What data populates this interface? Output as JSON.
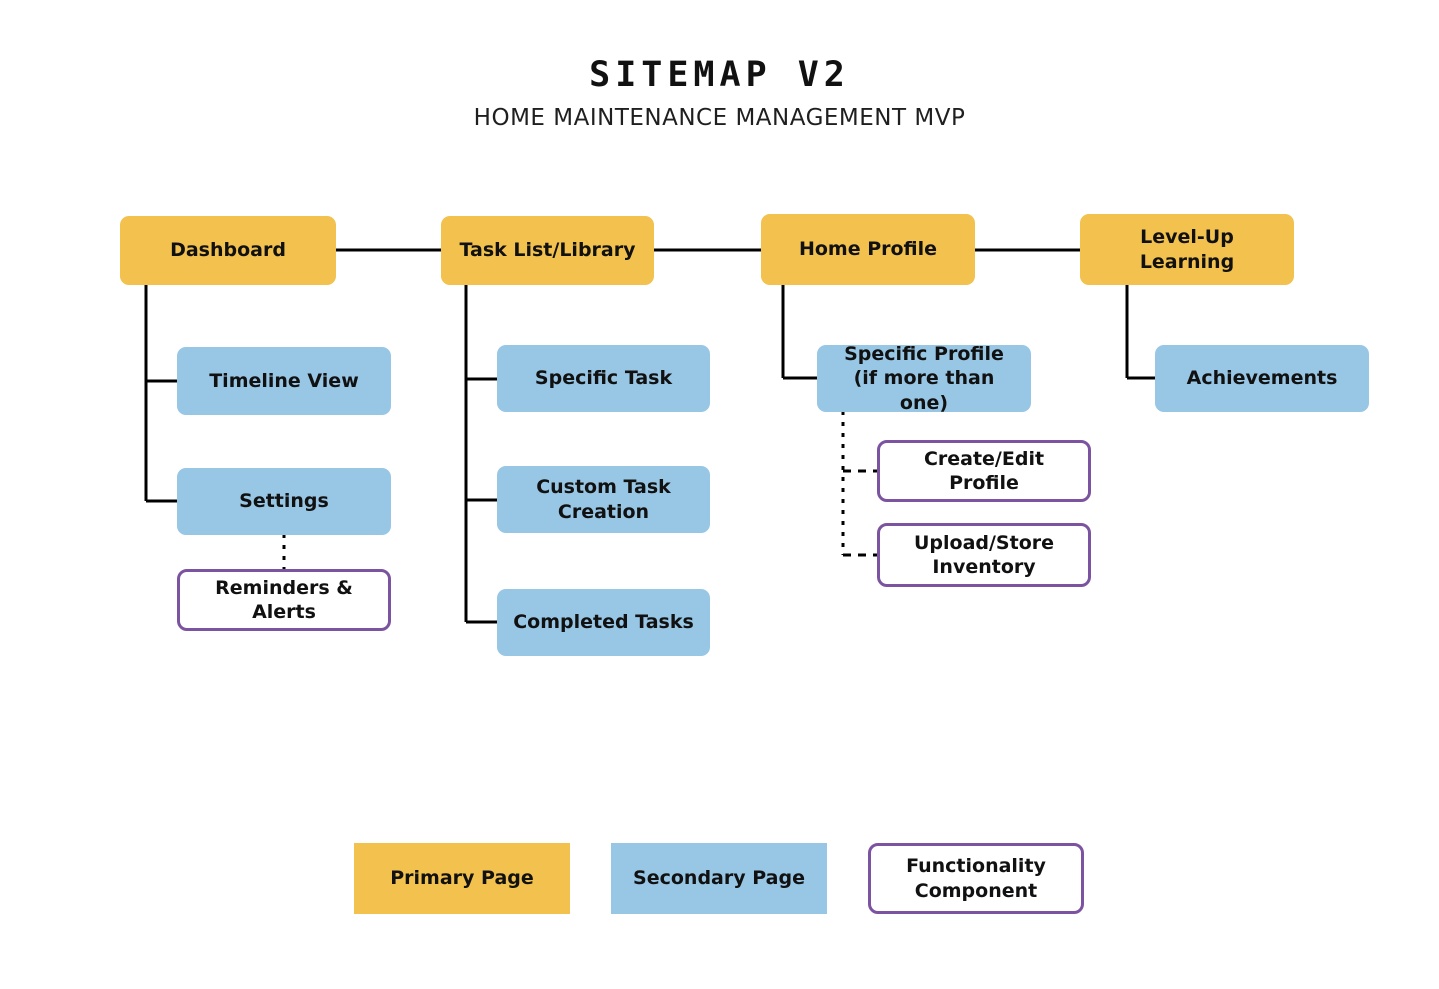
{
  "header": {
    "title": "SITEMAP V2",
    "subtitle": "HOME MAINTENANCE MANAGEMENT MVP"
  },
  "colors": {
    "primary_page": "#f2c14e",
    "secondary_page": "#98c6e5",
    "functionality_component": "#7c53a0",
    "connector": "#000000",
    "background": "#ffffff"
  },
  "nodes": {
    "dashboard": "Dashboard",
    "task_list": "Task List/Library",
    "home_profile": "Home Profile",
    "level_up": "Level-Up Learning",
    "timeline_view": "Timeline View",
    "settings": "Settings",
    "reminders_alerts": "Reminders &\nAlerts",
    "specific_task": "Specific Task",
    "custom_task_creation": "Custom Task\nCreation",
    "completed_tasks": "Completed Tasks",
    "specific_profile": "Specific Profile\n(if more than one)",
    "create_edit_profile": "Create/Edit Profile",
    "upload_store_inventory": "Upload/Store\nInventory",
    "achievements": "Achievements"
  },
  "legend": {
    "primary": "Primary Page",
    "secondary": "Secondary Page",
    "functionality": "Functionality\nComponent"
  }
}
